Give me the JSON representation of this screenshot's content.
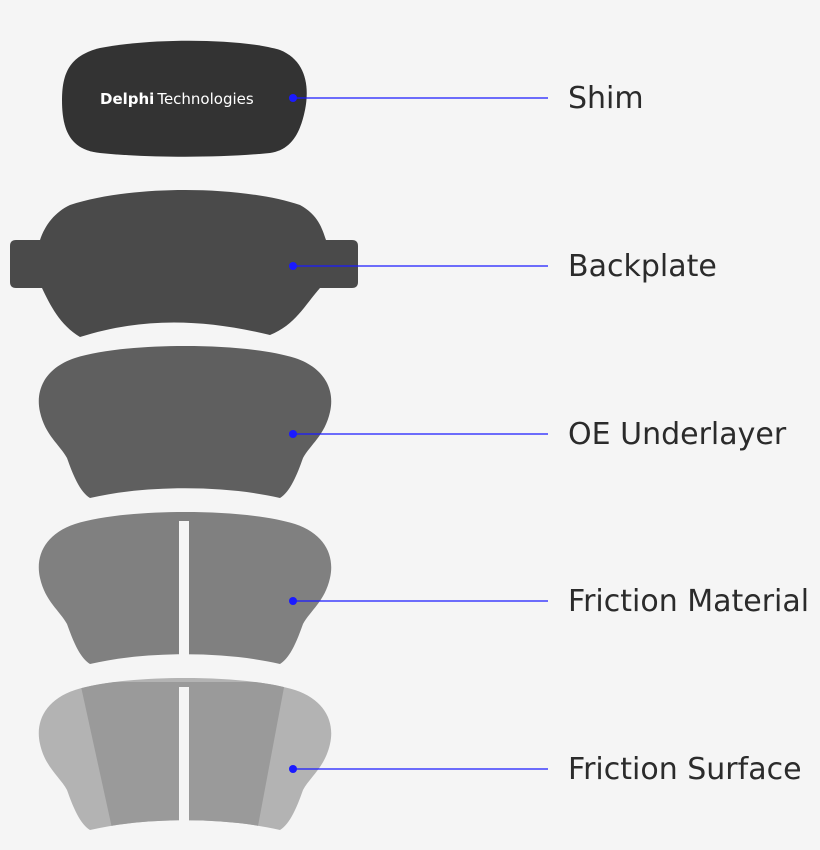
{
  "brand": {
    "name_bold": "Delphi",
    "name_regular": "Technologies"
  },
  "colors": {
    "background": "#f5f5f5",
    "leader_line": "#1a1aff",
    "shim": "#333333",
    "backplate": "#4a4a4a",
    "underlayer": "#5f5f5f",
    "friction_material": "#808080",
    "friction_surface_inner": "#9a9a9a",
    "friction_surface_outer": "#b3b3b3"
  },
  "layers": [
    {
      "id": "shim",
      "label": "Shim"
    },
    {
      "id": "backplate",
      "label": "Backplate"
    },
    {
      "id": "underlayer",
      "label": "OE Underlayer"
    },
    {
      "id": "friction_material",
      "label": "Friction Material"
    },
    {
      "id": "friction_surface",
      "label": "Friction Surface"
    }
  ]
}
